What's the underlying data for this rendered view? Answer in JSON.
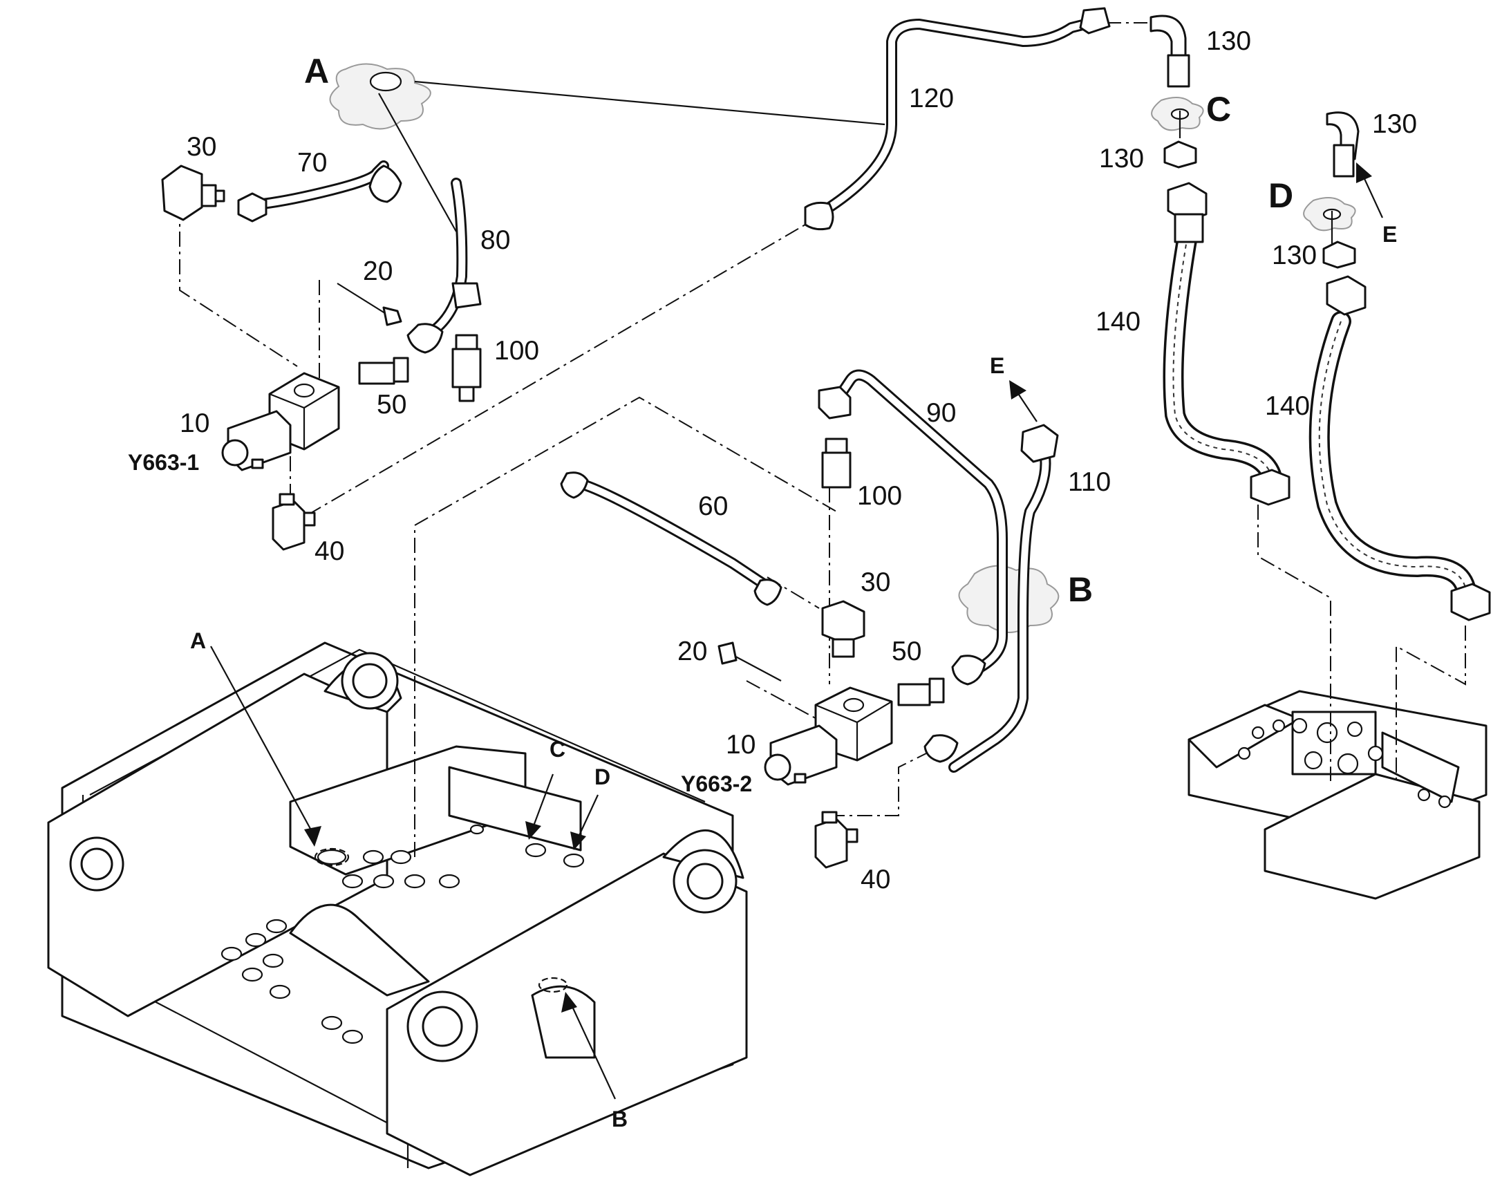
{
  "labels": {
    "A_top": "A",
    "B_right": "B",
    "C_top": "C",
    "D_top": "D",
    "E_top": "E",
    "E_right": "E",
    "A_base": "A",
    "B_base": "B",
    "C_base": "C",
    "D_base": "D",
    "p10_left": "10",
    "p10_right": "10",
    "p20_left": "20",
    "p20_right": "20",
    "p30_left": "30",
    "p30_right": "30",
    "p40_left": "40",
    "p40_right": "40",
    "p50_left": "50",
    "p50_right": "50",
    "p60": "60",
    "p70": "70",
    "p80": "80",
    "p90": "90",
    "p100_left": "100",
    "p100_right": "100",
    "p110": "110",
    "p120": "120",
    "p130_a": "130",
    "p130_b": "130",
    "p130_c": "130",
    "p130_d": "130",
    "p140_left": "140",
    "p140_right": "140",
    "y663_1": "Y663-1",
    "y663_2": "Y663-2"
  }
}
